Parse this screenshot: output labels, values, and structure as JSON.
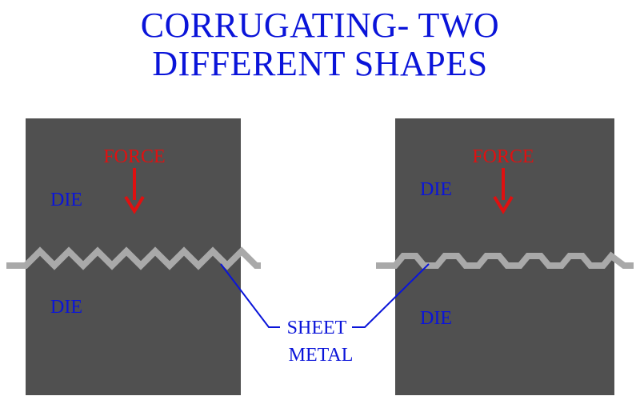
{
  "title": {
    "line1": "CORRUGATING- TWO",
    "line2": "DIFFERENT SHAPES"
  },
  "left_panel": {
    "force_label": "FORCE",
    "upper_die_label": "DIE",
    "lower_die_label": "DIE"
  },
  "right_panel": {
    "force_label": "FORCE",
    "upper_die_label": "DIE",
    "lower_die_label": "DIE"
  },
  "sheet_metal_label": {
    "line1": "SHEET",
    "line2": "METAL"
  },
  "colors": {
    "die": "#505050",
    "sheet": "#a9a9a9",
    "label_text": "#0a14d9",
    "force": "#e01010",
    "background": "#ffffff"
  }
}
